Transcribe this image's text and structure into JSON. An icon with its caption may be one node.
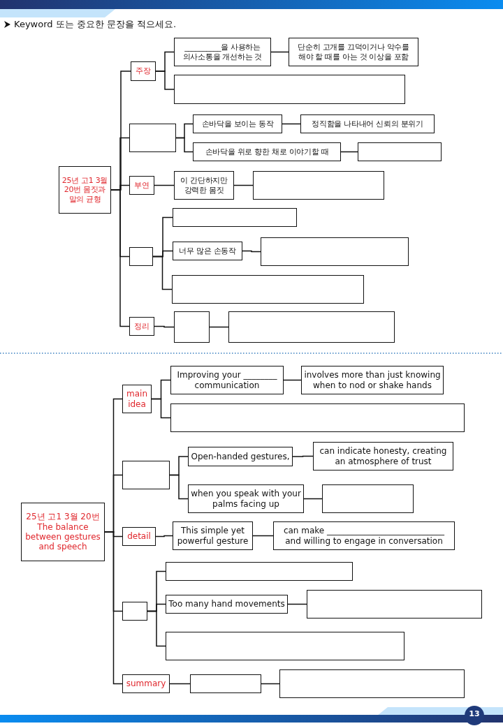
{
  "diagram": {
    "nodes": [
      {
        "text": [
          "25년 고1 3월 20번 몸짓과 말의 균형"
        ]
      },
      {
        "text": [
          "주장"
        ]
      },
      {
        "text": [
          "__________을 사용하는 의사소통을 개선하는 것"
        ]
      },
      {
        "text": [
          "단순히 고개를 끄덕이거나 악수를 해야 할 때를 아는 것 이상을 포함"
        ]
      },
      {
        "text": [],
        "shape": "box"
      },
      {
        "text": [],
        "shape": "box"
      },
      {
        "text": [
          "손바닥을 보이는 동작"
        ]
      },
      {
        "text": [
          "정직함을 나타내어 신뢰의 분위기"
        ]
      },
      {
        "text": [
          "손바닥을 위로 향한 채로 이야기할 때"
        ]
      },
      {
        "text": [],
        "shape": "box"
      },
      {
        "text": [
          "부연"
        ]
      },
      {
        "text": [
          "이 간단하지만 강력한 몸짓"
        ]
      },
      {
        "text": [],
        "shape": "box"
      },
      {
        "text": [],
        "shape": "box"
      },
      {
        "text": [],
        "shape": "box"
      },
      {
        "text": [
          "너무 많은 손동작"
        ]
      },
      {
        "text": [],
        "shape": "box"
      },
      {
        "text": [],
        "shape": "box"
      },
      {
        "text": [
          "정리"
        ]
      },
      {
        "text": [],
        "shape": "box"
      },
      {
        "text": [],
        "shape": "box"
      },
      {
        "text": [
          "25년 고1 3월 20번 The balance between gestures and speech"
        ]
      },
      {
        "text": [
          "main idea"
        ]
      },
      {
        "text": [
          "Improving your ________ communication"
        ]
      },
      {
        "text": [
          "involves more than just knowing when to nod or shake hands"
        ]
      },
      {
        "text": [],
        "shape": "box"
      },
      {
        "text": [],
        "shape": "box"
      },
      {
        "text": [
          "Open-handed gestures,"
        ]
      },
      {
        "text": [
          "can indicate honesty, creating an atmosphere of trust"
        ]
      },
      {
        "text": [
          "when you speak with your palms facing up"
        ]
      },
      {
        "text": [],
        "shape": "box"
      },
      {
        "text": [
          "detail"
        ]
      },
      {
        "text": [
          "This simple yet powerful gesture"
        ]
      },
      {
        "text": [
          "can make ____________________________ and willing to engage in conversation"
        ]
      },
      {
        "text": [],
        "shape": "box"
      },
      {
        "text": [],
        "shape": "box"
      },
      {
        "text": [
          "Too many hand movements"
        ]
      },
      {
        "text": [],
        "shape": "box"
      },
      {
        "text": [],
        "shape": "box"
      },
      {
        "text": [
          "summary"
        ]
      },
      {
        "text": [],
        "shape": "box"
      },
      {
        "text": [],
        "shape": "box"
      }
    ],
    "edges": [
      {
        "from": 0,
        "to": 1,
        "arrow": "none"
      },
      {
        "from": 0,
        "to": 5,
        "arrow": "none"
      },
      {
        "from": 0,
        "to": 10,
        "arrow": "none"
      },
      {
        "from": 0,
        "to": 13,
        "arrow": "none"
      },
      {
        "from": 0,
        "to": 18,
        "arrow": "none"
      },
      {
        "from": 1,
        "to": 2,
        "arrow": "none"
      },
      {
        "from": 2,
        "to": 3,
        "arrow": "none"
      },
      {
        "from": 1,
        "to": 4,
        "arrow": "none"
      },
      {
        "from": 5,
        "to": 6,
        "arrow": "none"
      },
      {
        "from": 6,
        "to": 7,
        "arrow": "none"
      },
      {
        "from": 5,
        "to": 8,
        "arrow": "none"
      },
      {
        "from": 8,
        "to": 9,
        "arrow": "none"
      },
      {
        "from": 10,
        "to": 11,
        "arrow": "none"
      },
      {
        "from": 11,
        "to": 12,
        "arrow": "none"
      },
      {
        "from": 13,
        "to": 14,
        "arrow": "none"
      },
      {
        "from": 13,
        "to": 15,
        "arrow": "none"
      },
      {
        "from": 15,
        "to": 16,
        "arrow": "none"
      },
      {
        "from": 13,
        "to": 17,
        "arrow": "none"
      },
      {
        "from": 18,
        "to": 19,
        "arrow": "none"
      },
      {
        "from": 19,
        "to": 20,
        "arrow": "none"
      },
      {
        "from": 21,
        "to": 22,
        "arrow": "none"
      },
      {
        "from": 21,
        "to": 26,
        "arrow": "none"
      },
      {
        "from": 21,
        "to": 31,
        "arrow": "none"
      },
      {
        "from": 21,
        "to": 34,
        "arrow": "none"
      },
      {
        "from": 21,
        "to": 39,
        "arrow": "none"
      },
      {
        "from": 22,
        "to": 23,
        "arrow": "none"
      },
      {
        "from": 23,
        "to": 24,
        "arrow": "none"
      },
      {
        "from": 22,
        "to": 25,
        "arrow": "none"
      },
      {
        "from": 26,
        "to": 27,
        "arrow": "none"
      },
      {
        "from": 27,
        "to": 28,
        "arrow": "none"
      },
      {
        "from": 26,
        "to": 29,
        "arrow": "none"
      },
      {
        "from": 29,
        "to": 30,
        "arrow": "none"
      },
      {
        "from": 31,
        "to": 32,
        "arrow": "none"
      },
      {
        "from": 32,
        "to": 33,
        "arrow": "none"
      },
      {
        "from": 34,
        "to": 35,
        "arrow": "none"
      },
      {
        "from": 34,
        "to": 36,
        "arrow": "none"
      },
      {
        "from": 36,
        "to": 37,
        "arrow": "none"
      },
      {
        "from": 34,
        "to": 38,
        "arrow": "none"
      },
      {
        "from": 39,
        "to": 40,
        "arrow": "none"
      },
      {
        "from": 40,
        "to": 41,
        "arrow": "none"
      }
    ],
    "labels": [
      "Keyword 또는 중요한 문장을 적으세요.",
      "13"
    ]
  }
}
